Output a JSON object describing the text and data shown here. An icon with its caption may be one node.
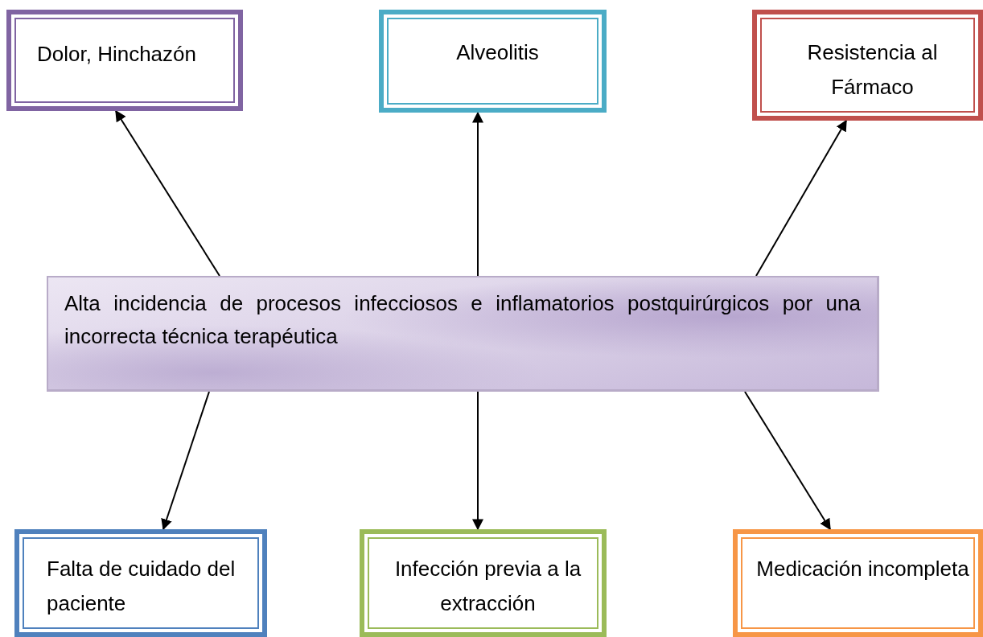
{
  "diagram": {
    "nodes": [
      {
        "text": [
          "Dolor, Hinchazón"
        ]
      },
      {
        "text": [
          "Alveolitis"
        ]
      },
      {
        "text": [
          "Resistencia al Fármaco"
        ]
      },
      {
        "text": [
          "Alta incidencia de procesos infecciosos e inflamatorios postquirúrgicos por una incorrecta técnica terapéutica"
        ]
      },
      {
        "text": [
          "Falta de cuidado del paciente"
        ]
      },
      {
        "text": [
          "Infección previa a la extracción"
        ]
      },
      {
        "text": [
          "Medicación incompleta"
        ]
      }
    ],
    "edges": [
      {
        "from": 3,
        "to": 0,
        "arrow": "to"
      },
      {
        "from": 3,
        "to": 1,
        "arrow": "to"
      },
      {
        "from": 3,
        "to": 2,
        "arrow": "to"
      },
      {
        "from": 3,
        "to": 4,
        "arrow": "to"
      },
      {
        "from": 3,
        "to": 5,
        "arrow": "to"
      },
      {
        "from": 3,
        "to": 6,
        "arrow": "to"
      }
    ]
  }
}
